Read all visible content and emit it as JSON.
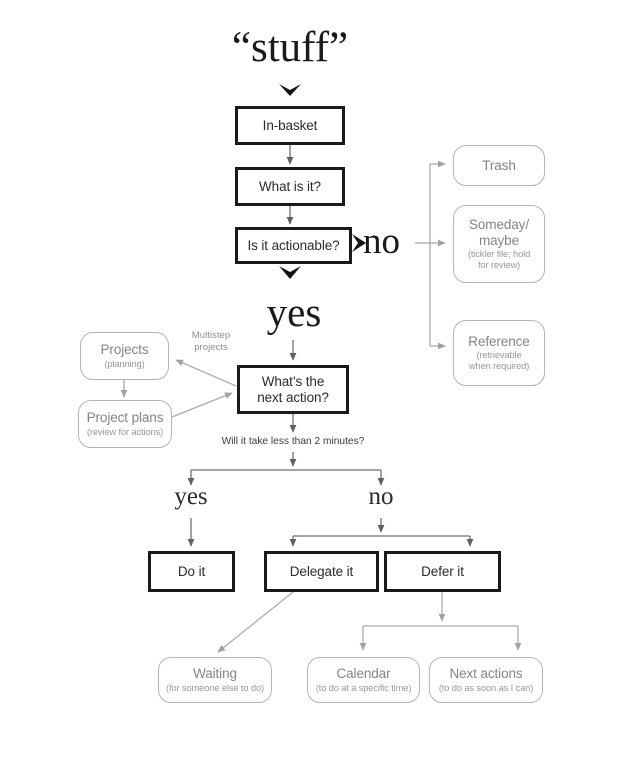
{
  "diagram": {
    "title_text": "“stuff”",
    "labels": {
      "no_big": "no",
      "yes_big": "yes",
      "branch_yes": "yes",
      "branch_no": "no",
      "multistep": "Multistep\nprojects",
      "two_minutes": "Will it take less than 2 minutes?"
    },
    "nodes": [
      {
        "id": "in-basket",
        "title": "In-basket",
        "sub": ""
      },
      {
        "id": "what-is-it",
        "title": "What is it?",
        "sub": ""
      },
      {
        "id": "actionable",
        "title": "Is it actionable?",
        "sub": ""
      },
      {
        "id": "trash",
        "title": "Trash",
        "sub": ""
      },
      {
        "id": "someday",
        "title": "Someday/\nmaybe",
        "sub": "(tickler file; hold\nfor review)"
      },
      {
        "id": "reference",
        "title": "Reference",
        "sub": "(retrievable\nwhen required)"
      },
      {
        "id": "projects",
        "title": "Projects",
        "sub": "(planning)"
      },
      {
        "id": "project-plans",
        "title": "Project plans",
        "sub": "(review for actions)"
      },
      {
        "id": "next-action",
        "title": "What’s the\nnext action?",
        "sub": ""
      },
      {
        "id": "do-it",
        "title": "Do it",
        "sub": ""
      },
      {
        "id": "delegate-it",
        "title": "Delegate it",
        "sub": ""
      },
      {
        "id": "defer-it",
        "title": "Defer it",
        "sub": ""
      },
      {
        "id": "waiting",
        "title": "Waiting",
        "sub": "(for someone else to do)"
      },
      {
        "id": "calendar",
        "title": "Calendar",
        "sub": "(to do at a specific time)"
      },
      {
        "id": "next-actions",
        "title": "Next actions",
        "sub": "(to do as soon as I can)"
      }
    ],
    "colors": {
      "hard_border": "#1a1a1a",
      "soft_border": "#b3b5b7",
      "soft_text": "#828487",
      "hard_text": "#2b2b2b",
      "wire_dark": "#6e7072",
      "wire_light": "#a9abae",
      "background": "#ffffff"
    }
  }
}
